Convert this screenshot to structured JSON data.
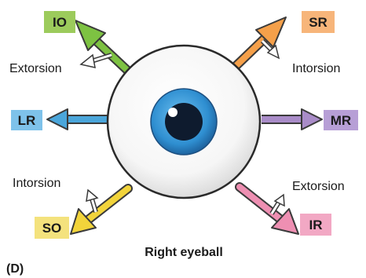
{
  "caption": "Right eyeball",
  "panel_label": "(D)",
  "muscles": {
    "io": {
      "label": "IO",
      "color": "#7dc242",
      "box": "#9ccb5c"
    },
    "sr": {
      "label": "SR",
      "color": "#f5a04a",
      "box": "#f7b57a"
    },
    "lr": {
      "label": "LR",
      "color": "#4aa6db",
      "box": "#7ec2ea"
    },
    "mr": {
      "label": "MR",
      "color": "#a98cc8",
      "box": "#b79fd6"
    },
    "so": {
      "label": "SO",
      "color": "#f2d43b",
      "box": "#f4e27d"
    },
    "ir": {
      "label": "IR",
      "color": "#ee8fb2",
      "box": "#f2a8c4"
    }
  },
  "rotation_labels": {
    "io": "Extorsion",
    "sr": "Intorsion",
    "so": "Intorsion",
    "ir": "Extorsion"
  },
  "colors": {
    "iris": "#2f8fd1",
    "pupil": "#0e1b2e",
    "sclera_edge": "#2a2a2a"
  }
}
